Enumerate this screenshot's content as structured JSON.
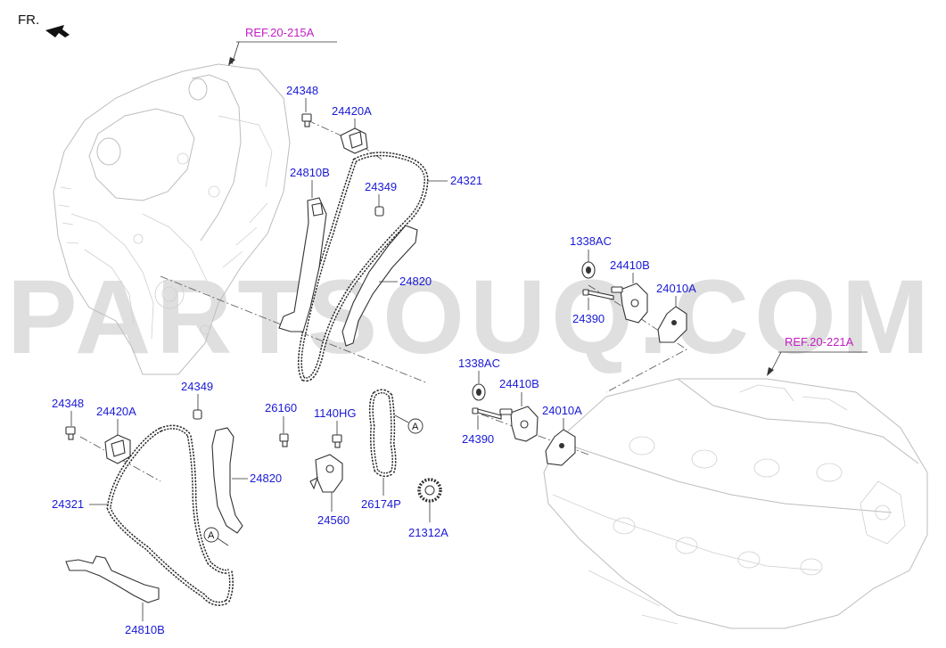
{
  "header": {
    "fr_label": "FR."
  },
  "references": {
    "ref_top": "REF.20-215A",
    "ref_right": "REF.20-221A"
  },
  "watermark": "PARTSOUQ.COM",
  "markers": {
    "a": "A"
  },
  "labels": {
    "p24348_top": "24348",
    "p24420A_top": "24420A",
    "p24810B_top": "24810B",
    "p24349_top": "24349",
    "p24321_top": "24321",
    "p24820_top": "24820",
    "p1338AC_top": "1338AC",
    "p24410B_top": "24410B",
    "p24010A_top": "24010A",
    "p24390_top": "24390",
    "p1338AC_mid": "1338AC",
    "p24410B_mid": "24410B",
    "p24010A_mid": "24010A",
    "p24390_mid": "24390",
    "p24348_bot": "24348",
    "p24420A_bot": "24420A",
    "p24349_bot": "24349",
    "p26160": "26160",
    "p1140HG": "1140HG",
    "p24321_bot": "24321",
    "p24820_bot": "24820",
    "p24560": "24560",
    "p26174P": "26174P",
    "p21312A": "21312A",
    "p24810B_bot": "24810B"
  }
}
